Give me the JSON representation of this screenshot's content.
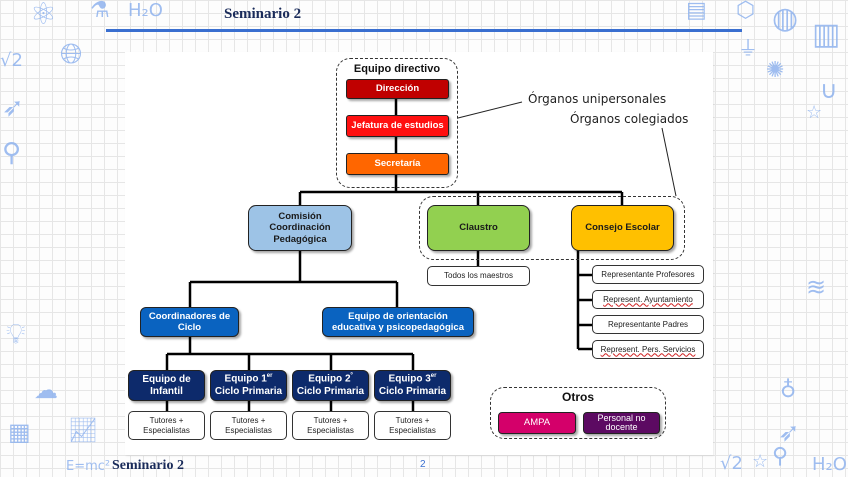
{
  "slide": {
    "header_title": "Seminario 2",
    "footer_title": "Seminario 2",
    "page_number": "2",
    "accent_color": "#3a6fd0"
  },
  "decorations": [
    "atom-icon",
    "flask-icon",
    "h2o-icon",
    "sqrt2-icon",
    "globe-icon",
    "apple-icon",
    "rocket-icon",
    "molecule-icon",
    "lightbulb-icon",
    "brain-icon",
    "abacus-icon",
    "graph-icon",
    "emc2-icon",
    "calculator-icon",
    "planet-icon",
    "plug-icon",
    "bacteria-icon",
    "book-icon",
    "magnet-icon",
    "star-icon",
    "dna-icon"
  ],
  "diagram": {
    "equipo_directivo": {
      "label": "Equipo directivo",
      "items": [
        {
          "label": "Dirección",
          "color": "#c00000"
        },
        {
          "label": "Jefatura de estudios",
          "color": "#ff1010"
        },
        {
          "label": "Secretaría",
          "color": "#ff6600"
        }
      ]
    },
    "annotations": {
      "unipersonales": "Órganos unipersonales",
      "colegiados": "Órganos colegiados"
    },
    "ccp": {
      "line1": "Comisión",
      "line2": "Coordinación",
      "line3": "Pedagógica",
      "color": "#9dc3e6"
    },
    "claustro": {
      "label": "Claustro",
      "color": "#92d050",
      "sub": "Todos los maestros"
    },
    "consejo": {
      "label": "Consejo Escolar",
      "color": "#ffc000",
      "members": [
        "Representante Profesores",
        "Represent. Ayuntamiento",
        "Representante Padres",
        "Represent. Pers. Servicios"
      ]
    },
    "coordinadores": {
      "line1": "Coordinadores de",
      "line2": "Ciclo"
    },
    "eoep": {
      "line1": "Equipo de orientación",
      "line2": "educativa y psicopedagógica"
    },
    "equipos": [
      {
        "line1": "Equipo de",
        "line2": "Infantil",
        "sup": ""
      },
      {
        "line1": "Equipo 1",
        "sup": "er",
        "line2": "Ciclo Primaria"
      },
      {
        "line1": "Equipo 2",
        "sup": "º",
        "line2": "Ciclo Primaria"
      },
      {
        "line1": "Equipo 3",
        "sup": "er",
        "line2": "Ciclo Primaria"
      }
    ],
    "tutores": {
      "line1": "Tutores +",
      "line2": "Especialistas"
    },
    "otros": {
      "label": "Otros",
      "items": [
        {
          "label": "AMPA",
          "color": "#d4006a"
        },
        {
          "line1": "Personal no",
          "line2": "docente",
          "color": "#5c0a62"
        }
      ]
    }
  }
}
